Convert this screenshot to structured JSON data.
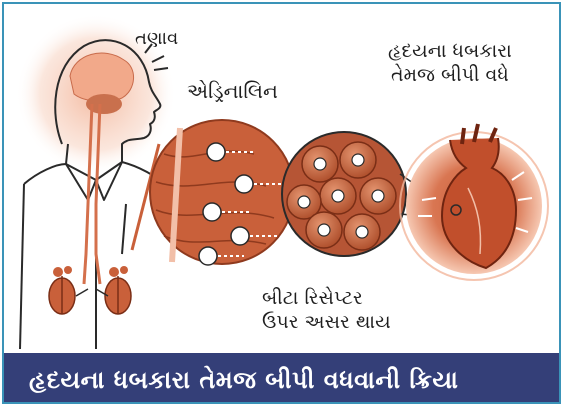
{
  "labels": {
    "stress": "તણાવ",
    "adrenaline": "એડ્રિનાલિન",
    "heart_line1": "હૃદયના ધબકારા",
    "heart_line2": "તેમજ બીપી વધે",
    "receptor_line1": "બીટા રિસેપ્ટર",
    "receptor_line2": "ઉપર અસર થાય"
  },
  "caption": "હૃદયના ધબકારા તેમજ બીપી વધવાની ક્રિયા",
  "colors": {
    "border": "#3a93b8",
    "caption_bg": "#343f78",
    "caption_text": "#ffffff",
    "tissue": "#c9603a",
    "tissue_dark": "#8f3a1e",
    "glow": "#f6c8b2",
    "brain": "#d98a6a"
  },
  "icons": [
    "adrenaline-molecule-icon",
    "receptor-cell-icon",
    "heart-illustration",
    "person-silhouette",
    "adrenal-gland-icon"
  ]
}
